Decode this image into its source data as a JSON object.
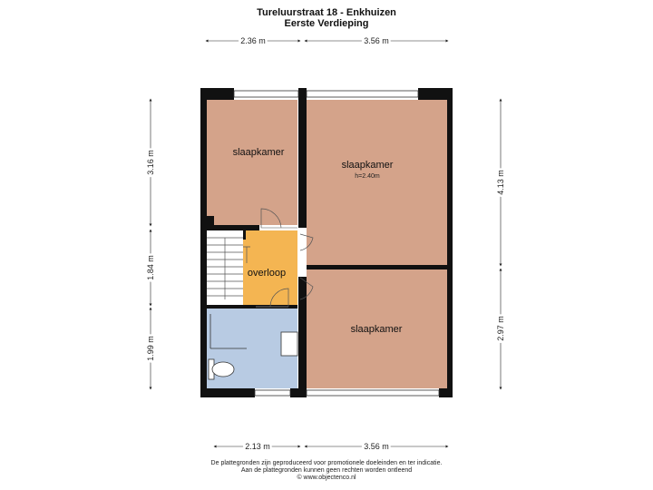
{
  "header": {
    "title": "Tureluurstraat 18 - Enkhuizen",
    "subtitle": "Eerste Verdieping"
  },
  "dimensions": {
    "top_left": "2.36 m",
    "top_right": "3.56 m",
    "bottom_left": "2.13 m",
    "bottom_right": "3.56 m",
    "left_top": "3.16 m",
    "left_middle": "1.84 m",
    "left_bottom": "1.99 m",
    "right_top": "4.13 m",
    "right_bottom": "2.97 m"
  },
  "rooms": {
    "bedroom_top_left": "slaapkamer",
    "bedroom_top_right": "slaapkamer",
    "bedroom_top_right_height": "h=2.40m",
    "bedroom_bottom_right": "slaapkamer",
    "landing": "overloop"
  },
  "colors": {
    "bedroom": "#d4a38a",
    "landing": "#f4b552",
    "bathroom": "#b8cbe3",
    "stair": "#ffffff",
    "wall": "#111111"
  },
  "footer": {
    "line1": "De plattegronden zijn geproduceerd voor promotionele doeleinden en ter indicatie.",
    "line2": "Aan de plattegronden kunnen geen rechten worden ontleend",
    "line3": "© www.objectenco.nl"
  }
}
